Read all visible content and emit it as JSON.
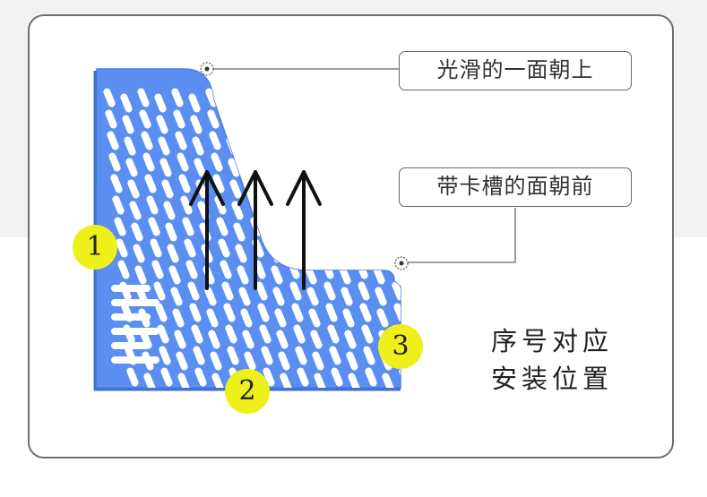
{
  "callouts": {
    "smooth_side_up": "光滑的一面朝上",
    "slotted_side_front": "带卡槽的面朝前"
  },
  "caption": {
    "line1": "序号对应",
    "line2": "安装位置"
  },
  "badges": [
    "1",
    "2",
    "3"
  ],
  "colors": {
    "holder_fill": "#5a8ef0",
    "badge_fill": "#eef01c",
    "arrow": "#111111"
  },
  "icons": [
    "target-icon",
    "up-arrow-icon"
  ]
}
